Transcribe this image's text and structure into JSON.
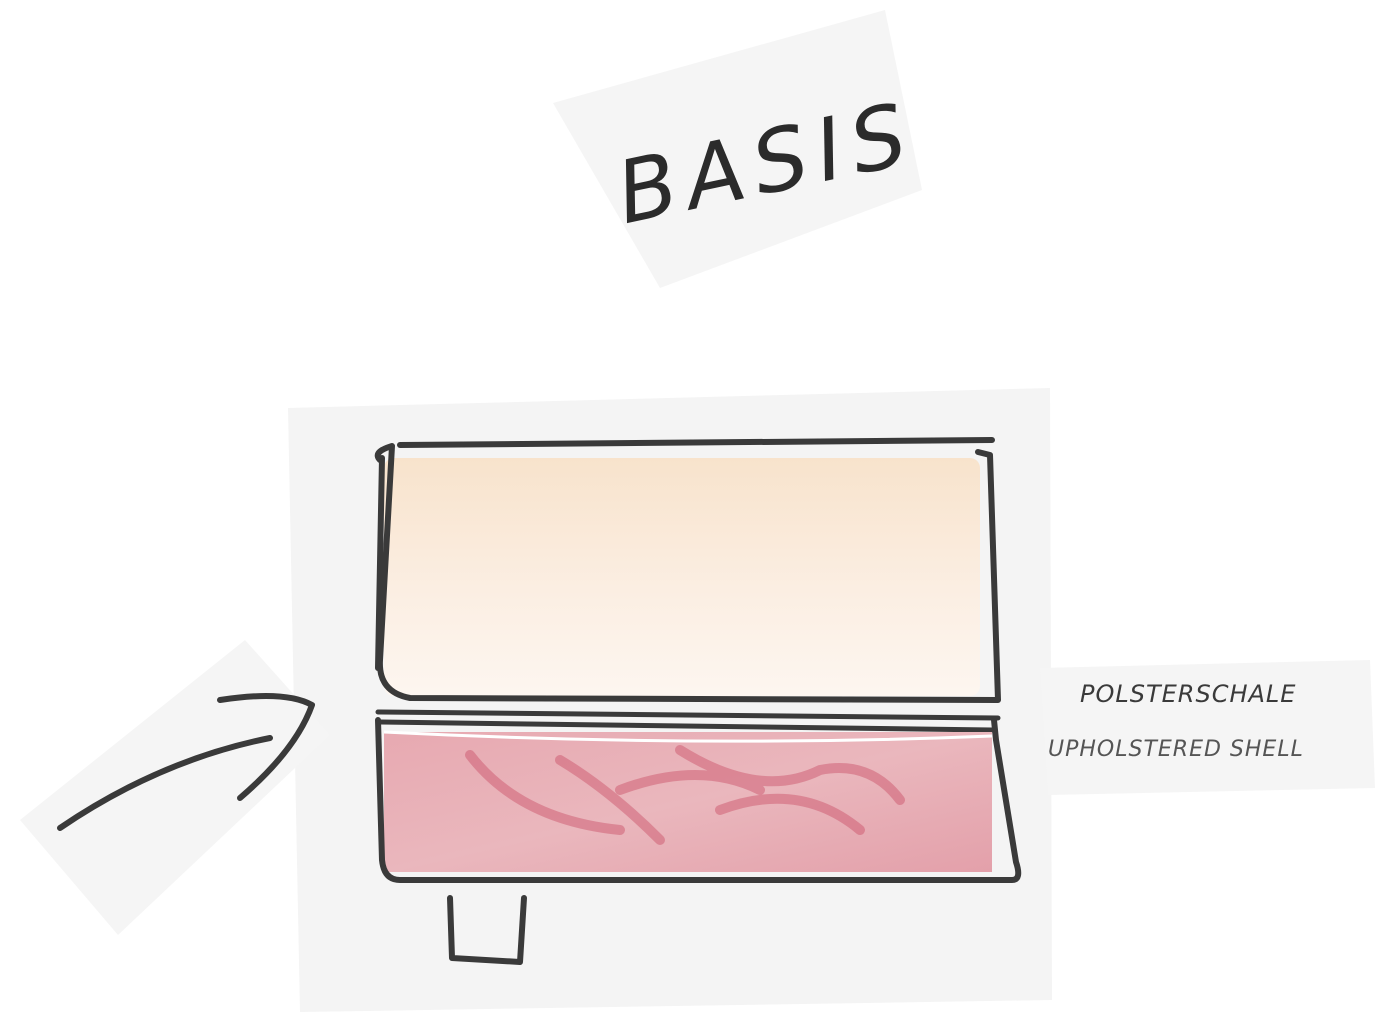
{
  "title": "BASIS",
  "labels": {
    "german": "POLSTERSCHALE",
    "english": "UPHOLSTERED SHELL"
  },
  "colors": {
    "paper": "#f6f6f6",
    "line": "#3a3a3a",
    "cushion_fill": "#fbeee1",
    "shell_fill": "#eab3ba",
    "shell_stroke_accent": "#c94e65"
  }
}
